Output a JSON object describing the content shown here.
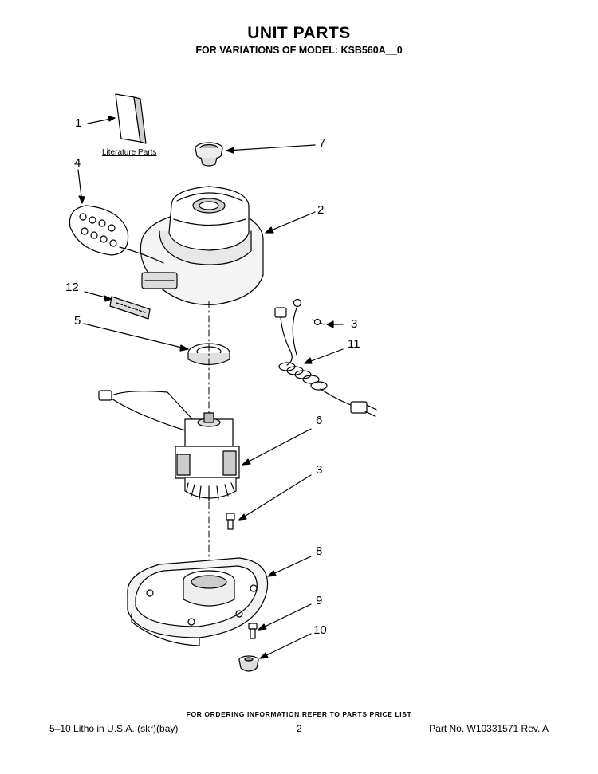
{
  "header": {
    "title": "UNIT PARTS",
    "subtitle": "FOR VARIATIONS OF MODEL: KSB560A__0"
  },
  "literature_label": "Literature Parts",
  "callouts": [
    {
      "id": "c1",
      "label": "1"
    },
    {
      "id": "c4",
      "label": "4"
    },
    {
      "id": "c7",
      "label": "7"
    },
    {
      "id": "c2",
      "label": "2"
    },
    {
      "id": "c12",
      "label": "12"
    },
    {
      "id": "c5",
      "label": "5"
    },
    {
      "id": "c3a",
      "label": "3"
    },
    {
      "id": "c11",
      "label": "11"
    },
    {
      "id": "c6",
      "label": "6"
    },
    {
      "id": "c3b",
      "label": "3"
    },
    {
      "id": "c8",
      "label": "8"
    },
    {
      "id": "c9",
      "label": "9"
    },
    {
      "id": "c10",
      "label": "10"
    }
  ],
  "footer": {
    "order_note": "FOR ORDERING INFORMATION REFER TO PARTS PRICE LIST",
    "litho": "5–10 Litho in U.S.A. (skr)(bay)",
    "page": "2",
    "part_no": "Part No. W10331571 Rev. A"
  }
}
